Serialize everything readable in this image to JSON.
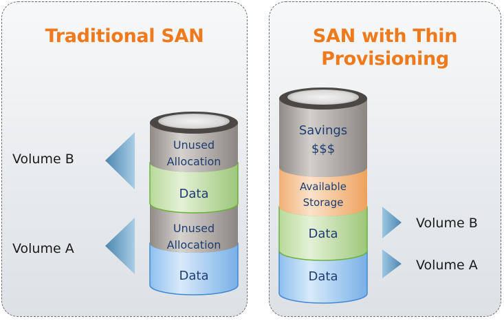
{
  "left_panel": {
    "title": "Traditional SAN",
    "volumes": [
      {
        "label": "Volume B"
      },
      {
        "label": "Volume A"
      }
    ],
    "stack": [
      {
        "text": "Unused\nAllocation",
        "kind": "unused"
      },
      {
        "text": "Data",
        "kind": "data-green"
      },
      {
        "text": "Unused\nAllocation",
        "kind": "unused"
      },
      {
        "text": "Data",
        "kind": "data-blue"
      }
    ]
  },
  "right_panel": {
    "title_line1": "SAN with Thin",
    "title_line2": "Provisioning",
    "volumes": [
      {
        "label": "Volume B"
      },
      {
        "label": "Volume A"
      }
    ],
    "stack": [
      {
        "text": "Savings\n$$$",
        "kind": "savings"
      },
      {
        "text": "Available\nStorage",
        "kind": "available"
      },
      {
        "text": "Data",
        "kind": "data-green"
      },
      {
        "text": "Data",
        "kind": "data-blue"
      }
    ]
  },
  "colors": {
    "title": "#ee7a1d",
    "arrow": "#6fa3c5",
    "unused": "#a8a29c",
    "green": "#7bb84a",
    "blue": "#4a98e0",
    "orange": "#f07d1e",
    "text_dark": "#1e3b73"
  }
}
